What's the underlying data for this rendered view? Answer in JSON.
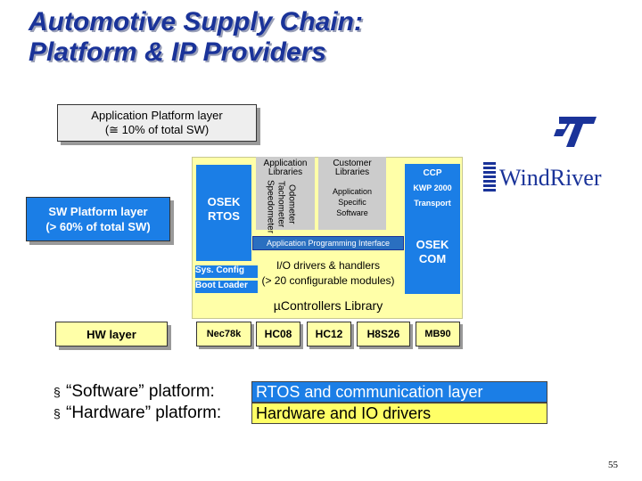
{
  "title": {
    "line1": "Automotive Supply Chain:",
    "line2": "Platform & IP Providers"
  },
  "layers": {
    "application_platform": {
      "line1": "Application Platform layer",
      "line2": "(≅ 10% of total SW)"
    },
    "sw_platform": {
      "line1": "SW Platform layer",
      "line2": "(> 60% of total SW)"
    },
    "hw": "HW layer"
  },
  "stack": {
    "application_libraries": {
      "line1": "Application",
      "line2": "Libraries"
    },
    "customer_libraries": {
      "line1": "Customer",
      "line2": "Libraries"
    },
    "vertical_labels": [
      "Odometer",
      "Tachometer",
      "Speedometer"
    ],
    "osek_rtos": {
      "line1": "OSEK",
      "line2": "RTOS"
    },
    "application_specific": {
      "line1": "Application",
      "line2": "Specific",
      "line3": "Software"
    },
    "ccp": "CCP",
    "kwp": "KWP 2000",
    "transport": "Transport",
    "api": "Application Programming Interface",
    "osek_com": {
      "line1": "OSEK",
      "line2": "COM"
    },
    "sys_config": "Sys. Config",
    "boot_loader": "Boot Loader",
    "io_drivers": {
      "line1": "I/O drivers & handlers",
      "line2": "(> 20 configurable modules)"
    },
    "controllers_library": "µControllers Library"
  },
  "chips": [
    "Nec78k",
    "HC08",
    "HC12",
    "H8S26",
    "MB90"
  ],
  "bullets": [
    {
      "label": "“Software” platform:",
      "highlight": "RTOS and communication layer",
      "color": "#1b7ee6"
    },
    {
      "label": "“Hardware” platform:",
      "highlight": "Hardware and IO drivers",
      "color": "#ffff66"
    }
  ],
  "logos": {
    "st": "ST",
    "windriver": "WindRiver"
  },
  "page_number": "55"
}
